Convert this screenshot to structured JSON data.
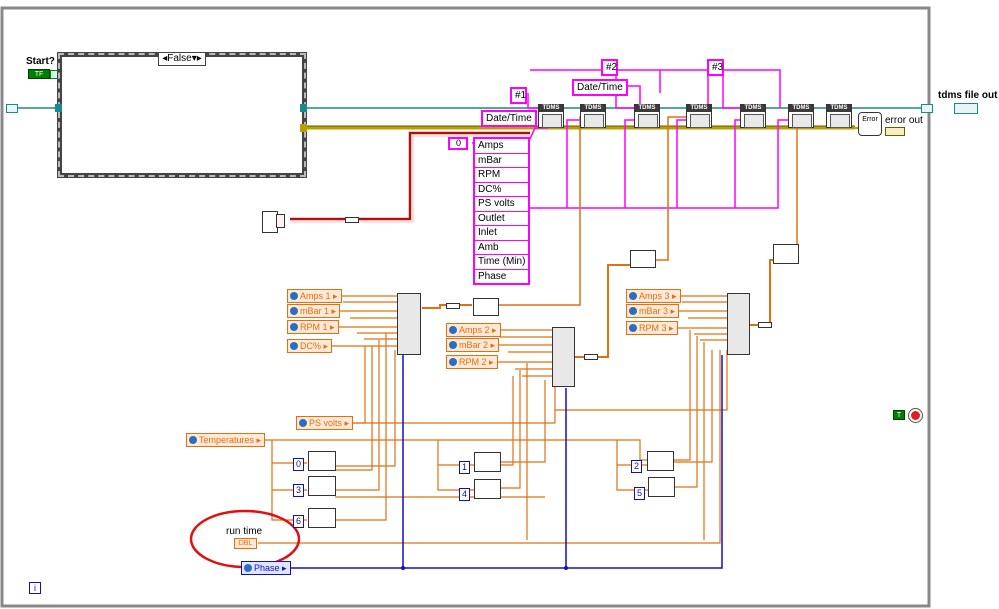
{
  "controls": {
    "start_label": "Start?",
    "start_bool_text": "TF",
    "case_selector": "False",
    "tdms_out_label": "tdms file out",
    "error_out_label": "error out",
    "error_icon_text": "Error",
    "true_const_text": "T",
    "iteration_text": "i"
  },
  "constants": {
    "hash1": "#1",
    "hash2": "#2",
    "hash3": "#3",
    "datetime_a": "Date/Time",
    "datetime_b": "Date/Time",
    "index_zero": "0",
    "tdms_header": "TDMS"
  },
  "channel_names": [
    "Amps",
    "mBar",
    "RPM",
    "DC%",
    "PS volts",
    "Outlet",
    "Inlet",
    "Amb",
    "Time (Min)",
    "Phase"
  ],
  "properties": {
    "group1": [
      "Amps 1",
      "mBar 1",
      "RPM 1",
      "DC%"
    ],
    "group2": [
      "Amps 2",
      "mBar 2",
      "RPM 2"
    ],
    "group3": [
      "Amps 3",
      "mBar 3",
      "RPM 3"
    ],
    "ps_volts": "PS volts",
    "temperatures": "Temperatures",
    "phase": "Phase"
  },
  "index_constants": [
    "0",
    "3",
    "6",
    "1",
    "4",
    "2",
    "5"
  ],
  "run_time": {
    "label": "run time",
    "value": "DBL"
  },
  "colors": {
    "wire_orange": "#e07010",
    "wire_pink": "#ff00ff",
    "wire_blue": "#1010c0",
    "wire_error": "#b8a000",
    "wire_teal": "#1a8a8a",
    "annotation_red": "#e01010"
  }
}
